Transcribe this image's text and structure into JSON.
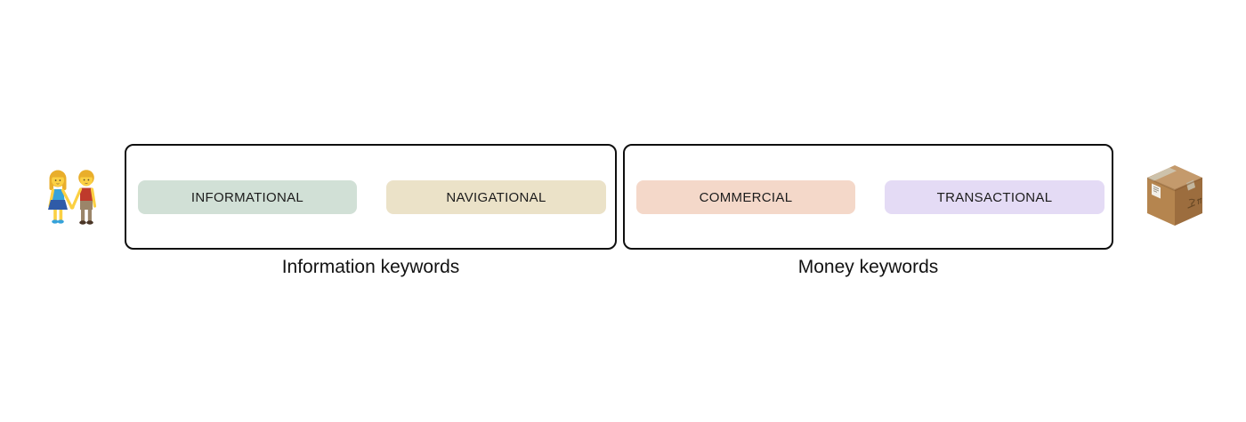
{
  "icons": {
    "left": {
      "name": "woman-and-man-holding-hands-emoji",
      "char": "👫"
    },
    "right": {
      "name": "package-emoji",
      "char": "📦"
    }
  },
  "groups": [
    {
      "caption": "Information keywords",
      "pills": [
        {
          "label": "INFORMATIONAL",
          "bg": "#d1e0d6"
        },
        {
          "label": "NAVIGATIONAL",
          "bg": "#ebe2c8"
        }
      ]
    },
    {
      "caption": "Money keywords",
      "pills": [
        {
          "label": "COMMERCIAL",
          "bg": "#f4d8c9"
        },
        {
          "label": "TRANSACTIONAL",
          "bg": "#e4dbf5"
        }
      ]
    }
  ],
  "colors": {
    "box_border": "#0f0f0f",
    "pill_text": "#1c1c1c",
    "caption_text": "#121212",
    "background": "#ffffff"
  }
}
